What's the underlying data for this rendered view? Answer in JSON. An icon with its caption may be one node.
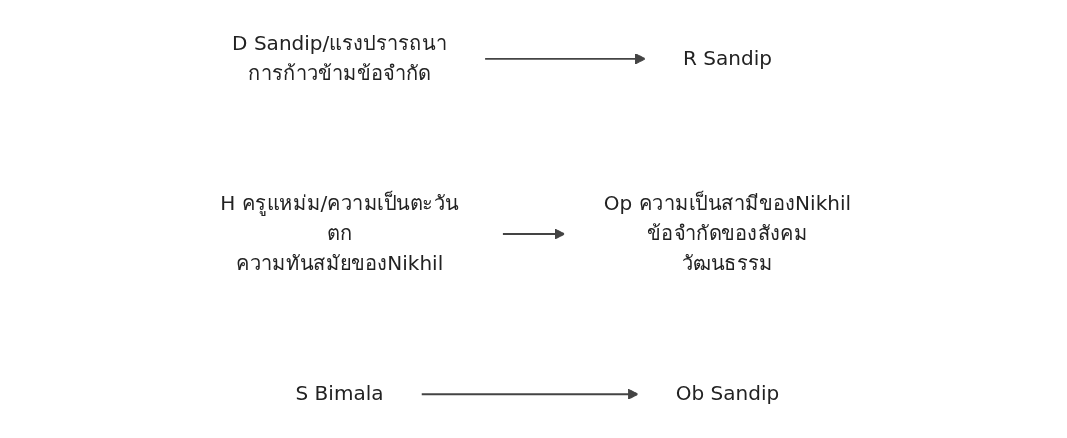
{
  "diagram": {
    "nodes": [
      {
        "text": [
          "Ob Sandip"
        ]
      },
      {
        "text": [
          "D Sandip/แรงปรารถนา",
          "การก้าวข้ามข้อจำกัด"
        ]
      },
      {
        "text": [
          "R Sandip"
        ]
      },
      {
        "text": [
          "H ครูแหม่ม/ความเป็นตะวันตก",
          "ความทันสมัยของNikhil"
        ]
      },
      {
        "text": [
          "Op ความเป็นสามีของNikhil",
          "ข้อจำกัดของสังคมวัฒนธรรม"
        ]
      },
      {
        "text": [
          "S Bimala"
        ]
      }
    ],
    "edges": [
      {
        "from": 5,
        "to": 0,
        "arrow": "to"
      },
      {
        "from": 1,
        "to": 2,
        "arrow": "to"
      },
      {
        "from": 3,
        "to": 4,
        "arrow": "to"
      }
    ]
  }
}
